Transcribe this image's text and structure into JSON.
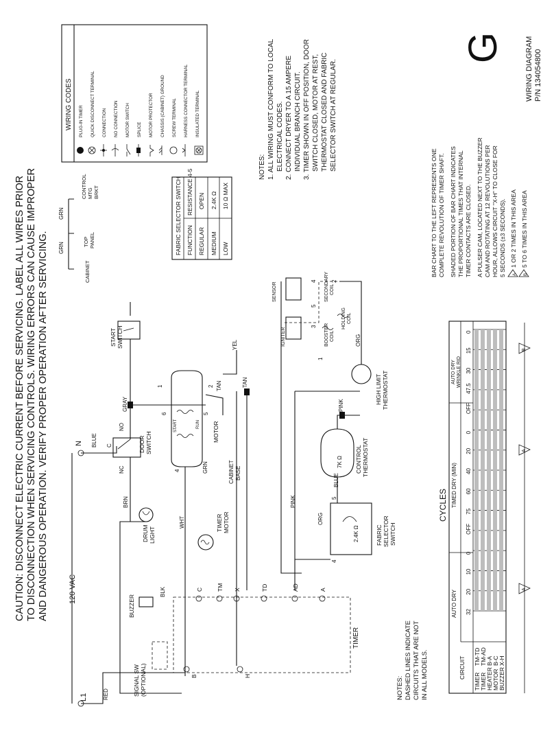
{
  "header": {
    "caution_line1": "CAUTION: DISCONNECT ELECTRIC CURRENT BEFORE SERVICING. LABEL ALL WIRES PRIOR",
    "caution_line2": "TO DISCONNECTION WHEN SERVICING CONTROLS. WIRING ERRORS CAN CAUSE IMPROPER",
    "caution_line3": "AND DANGEROUS OPERATION. VERIFY PROPER OPERATION AFTER SERVICING."
  },
  "title_block": {
    "letter": "G",
    "title": "WIRING DIAGRAM",
    "part_number": "P/N 134054800"
  },
  "wiring_codes": {
    "title": "WIRING CODES",
    "items": [
      "PLUG-IN TIMER",
      "QUICK DISCONNECT TERMINAL",
      "CONNECTION",
      "NO CONNECTION",
      "MOTOR SWITCH",
      "SPLICE",
      "MOTOR PROTECTOR",
      "CHASSIS (CABINET) GROUND",
      "SCREW TERMINAL",
      "HARNESS CONNECTOR TERMINAL",
      "INSULATED TERMINAL"
    ]
  },
  "notes": {
    "title": "NOTES:",
    "items": [
      [
        "1. ALL WIRING MUST CONFORM TO LOCAL",
        "ELECTRICAL CODES."
      ],
      [
        "2. CONNECT DRYER TO A 15 AMPERE",
        "INDIVIDUAL BRANCH CIRCUIT."
      ],
      [
        "3. TIMER SHOWN IN OFF POSITION, DOOR",
        "SWITCH CLOSED, MOTOR AT REST,",
        "THERMOSTAT CLOSED AND FABRIC",
        "SELECTOR SWITCH AT REGULAR."
      ]
    ]
  },
  "fabric_table": {
    "title": "FABRIC SELECTOR SWITCH",
    "headers": [
      "FUNCTION",
      "RESISTANCE 4-5"
    ],
    "rows": [
      [
        "REGULAR",
        "OPEN"
      ],
      [
        "MEDIUM",
        "2.4K Ω"
      ],
      [
        "LOW",
        "10 Ω MAX"
      ]
    ]
  },
  "bar_chart_notes": {
    "p1": [
      "BAR CHART TO THE LEFT REPRESENTS ONE",
      "COMPLETE REVOLUTION OF TIMER SHAFT."
    ],
    "p2": [
      "SHADED PORTION OF BAR CHART INDICATES",
      "THE PROPORTIONAL TIMES THAT INTERNAL",
      "TIMER CONTACTS ARE CLOSED."
    ],
    "p3": [
      "A PULSER CAM, LOCATED NEXT TO THE BUZZER",
      "CAM AND ROTATING AT 12 REVOLUTIONS PER",
      "HOUR, ALLOWS CIRCUIT \"X-H\" TO CLOSE FOR",
      "5 SECONDS (±3 SECONDS)."
    ],
    "legend_a": "1 OR 2 TIMES IN THIS AREA",
    "legend_b": "5 TO 6 TIMES IN THIS AREA"
  },
  "cycles": {
    "title": "CYCLES",
    "circuit_header": "CIRCUIT",
    "rows": [
      [
        "TIMER",
        "TM-TD"
      ],
      [
        "TIMER",
        "TM-AD"
      ],
      [
        "HEATER",
        "B-A"
      ],
      [
        "MOTOR",
        "B-C"
      ],
      [
        "BUZZER",
        "X-H"
      ]
    ],
    "groups": [
      "AUTO DRY",
      "TIMED DRY (MIN)",
      "AUTO DRY WRINKLE RID"
    ],
    "ticks": [
      "32",
      "20",
      "10",
      "0",
      "OFF",
      "75",
      "60",
      "40",
      "20",
      "0",
      "OFF",
      "47.5",
      "30",
      "15",
      "0"
    ]
  },
  "dashed_note": [
    "NOTES:",
    "DASHED LINES INDICATE",
    "CIRCUITS THAT ARE NOT",
    "IN ALL MODELS."
  ],
  "labels": {
    "vac": "120 VAC",
    "l1": "L1",
    "n": "N",
    "red": "RED",
    "blue": "BLUE",
    "brn": "BRN",
    "blk": "BLK",
    "wht": "WHT",
    "gray": "GRAY",
    "tan": "TAN",
    "pink": "PINK",
    "org": "ORG",
    "yel": "YEL",
    "grn": "GRN",
    "c": "C",
    "no": "NO",
    "nc": "NC",
    "door_switch": "DOOR SWITCH",
    "drum_light": "DRUM LIGHT",
    "buzzer": "BUZZER",
    "signal_sw": "SIGNAL SW (OPTIONAL)",
    "timer": "TIMER",
    "timer_motor": "TIMER MOTOR",
    "motor": "MOTOR",
    "start": "START",
    "run": "RUN",
    "start_switch": "START SWITCH",
    "cabinet": "CABINET",
    "top_panel": "TOP PANEL",
    "control_mtg_brkt": "CONTROL MTG BRKT",
    "cabinet_base": "CABINET BASE",
    "control_thermostat": "CONTROL THERMOSTAT",
    "high_limit": "HIGH LIMIT THERMOSTAT",
    "fabric_selector": "FABRIC SELECTOR SWITCH",
    "sensor": "SENSOR",
    "igniter": "IGNITER",
    "booster_coil": "BOOSTER COIL",
    "holding_coil": "HOLDING COIL",
    "secondary_coil": "SECONDARY COIL",
    "r7k": "7K Ω",
    "r24k": "2.4K Ω",
    "t_c": "C",
    "t_tm": "TM",
    "t_x": "X",
    "t_td": "TD",
    "t_ad": "AD",
    "t_a": "A",
    "t_b": "B",
    "t_h": "H",
    "n1": "1",
    "n2": "2",
    "n3": "3",
    "n4": "4",
    "n5": "5",
    "n6": "6"
  }
}
